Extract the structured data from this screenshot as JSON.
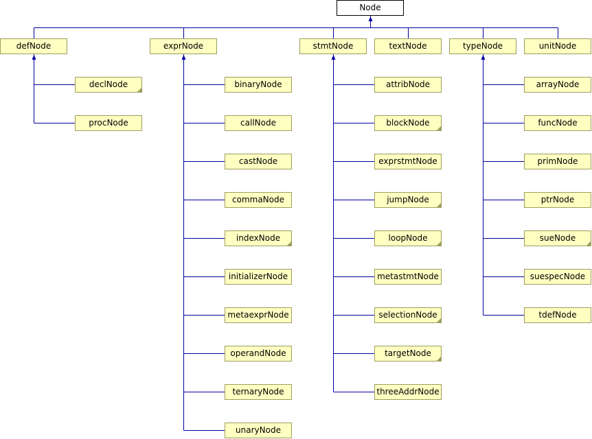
{
  "diagram": {
    "root": "Node",
    "line_color": "#0000a0",
    "node_fill": "#ffffc2",
    "node_border": "#9c9c5e",
    "children": [
      {
        "name": "defNode",
        "children": [
          {
            "name": "declNode",
            "truncated": true
          },
          {
            "name": "procNode"
          }
        ]
      },
      {
        "name": "exprNode",
        "children": [
          {
            "name": "binaryNode"
          },
          {
            "name": "callNode"
          },
          {
            "name": "castNode"
          },
          {
            "name": "commaNode"
          },
          {
            "name": "indexNode",
            "truncated": true
          },
          {
            "name": "initializerNode"
          },
          {
            "name": "metaexprNode"
          },
          {
            "name": "operandNode"
          },
          {
            "name": "ternaryNode"
          },
          {
            "name": "unaryNode"
          }
        ]
      },
      {
        "name": "stmtNode",
        "children": [
          {
            "name": "attribNode"
          },
          {
            "name": "blockNode",
            "truncated": true
          },
          {
            "name": "exprstmtNode"
          },
          {
            "name": "jumpNode",
            "truncated": true
          },
          {
            "name": "loopNode",
            "truncated": true
          },
          {
            "name": "metastmtNode"
          },
          {
            "name": "selectionNode",
            "truncated": true
          },
          {
            "name": "targetNode",
            "truncated": true
          },
          {
            "name": "threeAddrNode"
          }
        ]
      },
      {
        "name": "textNode",
        "children": []
      },
      {
        "name": "typeNode",
        "children": [
          {
            "name": "arrayNode"
          },
          {
            "name": "funcNode"
          },
          {
            "name": "primNode"
          },
          {
            "name": "ptrNode"
          },
          {
            "name": "sueNode",
            "truncated": true
          },
          {
            "name": "suespecNode"
          },
          {
            "name": "tdefNode"
          }
        ]
      },
      {
        "name": "unitNode",
        "children": []
      }
    ]
  }
}
